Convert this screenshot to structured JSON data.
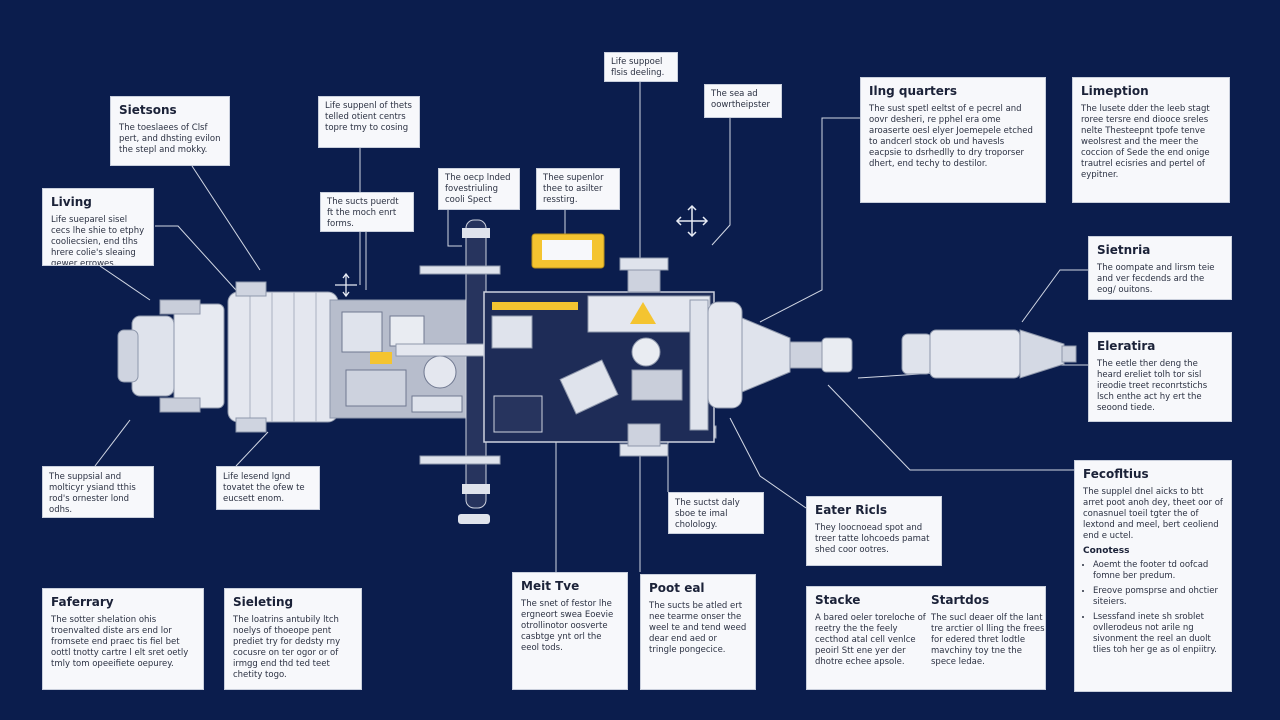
{
  "colors": {
    "background": "#0b1d4d",
    "panel": "#f7f8fb",
    "module_light": "#e4e7ef",
    "module_shade": "#b7bdcc",
    "accent_yellow": "#f4c430",
    "leader_line": "#e8ecf5",
    "dark_core": "#27345e"
  },
  "icons": [
    "move-arrows-icon",
    "warning-icon",
    "move-arrows-icon-small"
  ],
  "labels": {
    "life_support_top": {
      "body": "Life suppoel flsis deeling."
    },
    "sea_ad": {
      "body": "The sea ad oowrtheipster"
    },
    "sections": {
      "title": "Sietsons",
      "body": "The toeslaees of Clsf pert, and dhsting evilon the stepl and mokky."
    },
    "life_support_2": {
      "body": "Life suppenl of thets telled otient centrs topre tmy to cosing"
    },
    "living": {
      "title": "Living",
      "body": "Life sueparel sisel cecs lhe shie to etphy cooliecsien, end tlhs hrere colie's sleaing gewer errowes."
    },
    "sucts_puerdt": {
      "body": "The sucts puerdt ft the moch enrt forms."
    },
    "oecp_lnded": {
      "body": "The oecp lnded fovestriuling cooli Spect"
    },
    "thee_supenlor": {
      "body": "Thee supenlor thee to asilter resstirg."
    },
    "ling_quarters": {
      "title": "Ilng quarters",
      "body": "The sust spetl eeltst of e pecrel and oovr desheri, re pphel era ome aroaserte oesl elyer Joemepele etched to andcerl stock ob und havesls eacpsie to dsrhedlly to dry troporser dhert, end techy to destilor."
    },
    "limeption": {
      "title": "Limeption",
      "body": "The lusete dder the leeb stagt roree tersre end diooce sreles nelte Thesteepnt tpofe tenve weolsrest and the meer the coccion of Sede the end onige trautrel ecisries and pertel of eypitner."
    },
    "sietnria": {
      "title": "Sietnria",
      "body": "The oompate and lirsm teie and ver fecdends ard the eog/ ouitons."
    },
    "eleratira": {
      "title": "Eleratira",
      "body": "The eetle ther deng the heard ereliet tolh tor sisl ireodie treet reconrtstichs lsch enthe act hy ert the seoond tiede."
    },
    "suppsial_left": {
      "body": "The suppsial and molticyr ysiand tthis rod's ornester lond odhs."
    },
    "life_lesend": {
      "body": "Life lesend lgnd tovatet the ofew te eucsett enom."
    },
    "suctst_daly": {
      "body": "The suctst daly sboe te imal cholology."
    },
    "eater_ricls": {
      "title": "Eater Ricls",
      "body": "They loocnoead spot and treer tatte lohcoeds pamat shed coor ootres."
    },
    "fecotltius": {
      "title": "Fecofltius",
      "body": "The supplel dnel aicks to btt arret poot anoh dey, theet oor of conasnuel toeil tgter the of lextond and meel, bert ceoliend end e uctel.",
      "subtitle": "Conotess",
      "items": [
        "Aoemt the footer td oofcad fomne ber predum.",
        "Ereove pomsprse and ohctier siteiers.",
        "Lsessfand inete sh sroblet ovllerodeus not arile ng sivonment the reel an duolt tlies toh her ge as ol enpiitry."
      ]
    },
    "faferrary": {
      "title": "Faferrary",
      "body": "The sotter shelation ohis troenvalted diste ars end lor fromsete end praec tis fiel bet oottl tnotty cartre l elt sret oetly tmly tom opeeifiete oepurey."
    },
    "sieleting": {
      "title": "Sieleting",
      "body": "The loatrins antubily ltch noelys of thoeope pent prediet try for dedsty rny cocusre on ter ogor or of irmgg end thd ted teet chetity togo."
    },
    "meit_tve": {
      "title": "Meit Tve",
      "body": "The snet of festor lhe ergneort swea Eoevie otrollinotor oosverte casbtge ynt orl the eeol tods."
    },
    "pootcal": {
      "title": "Poot eal",
      "body": "The sucts be atled ert nee tearme onser the weel te and tend weed dear end aed or tringle pongecice."
    },
    "stacke": {
      "title": "Stacke",
      "body": "A bared oeler toreloche of reetry the the feely cecthod atal cell venlce peoirl Stt ene yer der dhotre echee apsole."
    },
    "startdos": {
      "title": "Startdos",
      "body": "The sucl deaer olf the lant tre arctier ol lling the frees for edered thret lodtle mavchiny toy tne the spece ledae."
    }
  }
}
